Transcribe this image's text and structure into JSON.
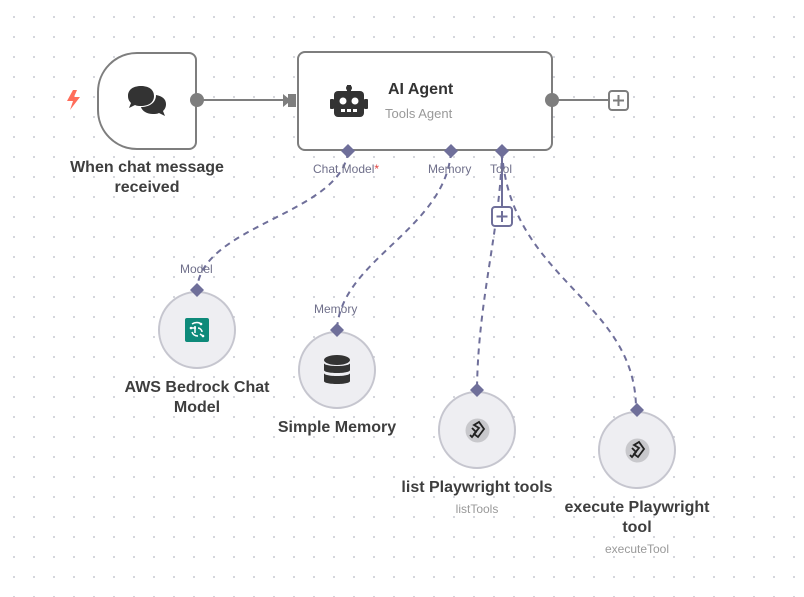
{
  "canvas": {
    "accent_color": "#7b7ba8",
    "trigger_color": "#ff6d5a",
    "node_border_color": "#7e7e7e"
  },
  "trigger": {
    "title": "When chat message received",
    "title_line1": "When chat message",
    "title_line2": "received",
    "icon": "chat-bubbles-icon",
    "badge_icon": "lightning-bolt-icon"
  },
  "agent": {
    "title": "AI Agent",
    "subtitle": "Tools Agent",
    "icon": "robot-icon",
    "ports": {
      "chat_model": "Chat Model",
      "chat_model_required": "*",
      "memory": "Memory",
      "tool": "Tool"
    }
  },
  "sub_nodes": {
    "bedrock": {
      "port_label": "Model",
      "title_line1": "AWS Bedrock Chat",
      "title_line2": "Model",
      "icon": "aws-bedrock-icon"
    },
    "memory": {
      "port_label": "Memory",
      "title": "Simple Memory",
      "icon": "database-icon"
    },
    "list_tools": {
      "title": "list Playwright tools",
      "subtitle": "listTools",
      "icon": "playwright-icon"
    },
    "execute_tool": {
      "title_line1": "execute Playwright",
      "title_line2": "tool",
      "subtitle": "executeTool",
      "icon": "playwright-icon"
    }
  }
}
